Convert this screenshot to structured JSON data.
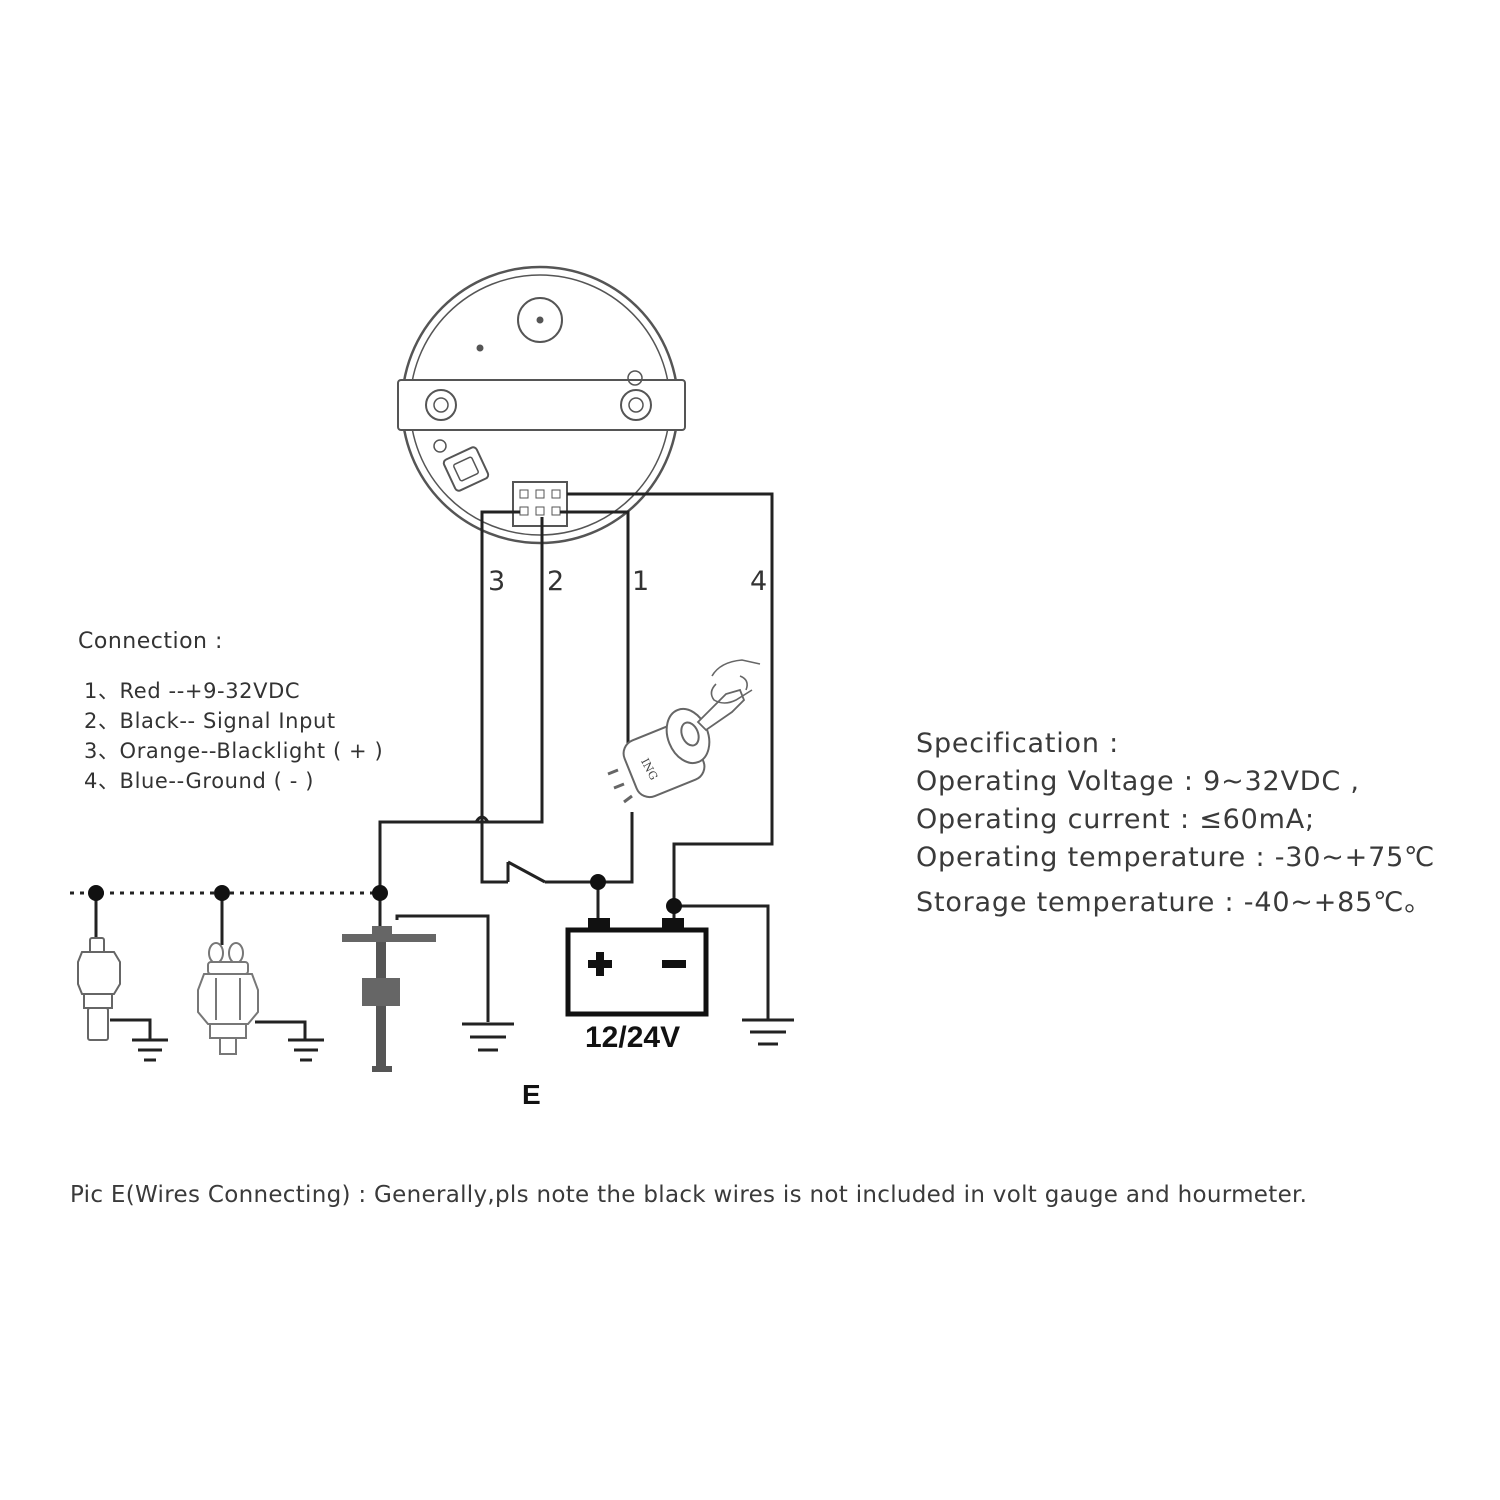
{
  "connection": {
    "title": "Connection :",
    "items": [
      "1、Red --+9-32VDC",
      "2、Black-- Signal  Input",
      "3、Orange--Blacklight ( + )",
      "4、Blue--Ground ( - )"
    ]
  },
  "wires": {
    "w1": "1",
    "w2": "2",
    "w3": "3",
    "w4": "4"
  },
  "ignition_label": "ING",
  "battery": {
    "label": "12/24V",
    "plus": "+",
    "minus": "−"
  },
  "e_label": "E",
  "specification": {
    "title": "Specification :",
    "lines": [
      "Operating Voltage : 9~32VDC ,",
      "Operating current :  ≤60mA;",
      "Operating temperature : -30~+75℃",
      "Storage temperature : -40~+85℃。"
    ]
  },
  "caption": "Pic E(Wires Connecting) : Generally,pls note the black wires is not included in volt gauge and hourmeter.",
  "colors": {
    "line": "#222222",
    "text": "#333333",
    "component": "#7a7a7a"
  }
}
